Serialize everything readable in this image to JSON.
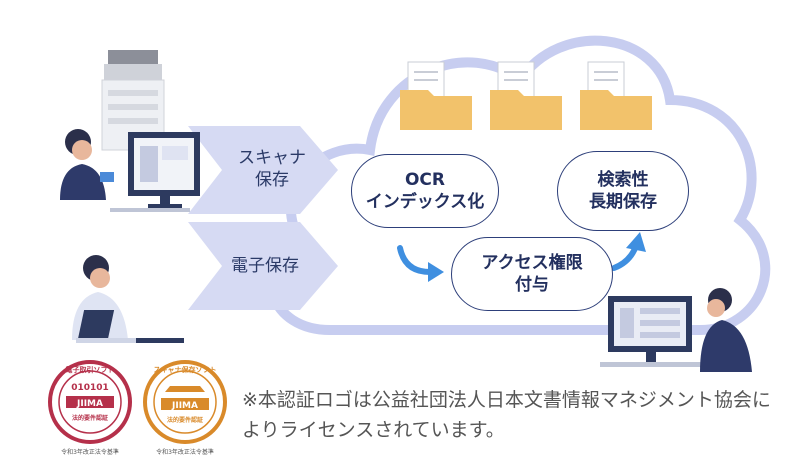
{
  "arrows": {
    "scanner_label_line1": "スキャナ",
    "scanner_label_line2": "保存",
    "electronic_label": "電子保存"
  },
  "cloud": {
    "ocr_line1": "OCR",
    "ocr_line2": "インデックス化",
    "access_line1": "アクセス権限",
    "access_line2": "付与",
    "search_line1": "検索性",
    "search_line2": "長期保存"
  },
  "badges": {
    "left_top": "電子取引ソフト",
    "left_code": "010101",
    "left_brand": "JIIMA",
    "left_sub": "法的要件認証",
    "left_bottom": "令和3年改正法令基準",
    "right_top": "スキャナ保存ソフト",
    "right_brand": "JIIMA",
    "right_sub": "法的要件認証",
    "right_bottom": "令和3年改正法令基準"
  },
  "footnote": "※本認証ロゴは公益社団法人日本文書情報マネジメント協会によりライセンスされています。",
  "colors": {
    "cloud_stroke": "#c7cdf0",
    "arrow_fill": "#d6daf3",
    "navy": "#2d3f7a",
    "folder": "#f2c26b",
    "accent_blue": "#3f8fe0",
    "badge_red": "#b5304a",
    "badge_orange": "#d98a2a"
  }
}
